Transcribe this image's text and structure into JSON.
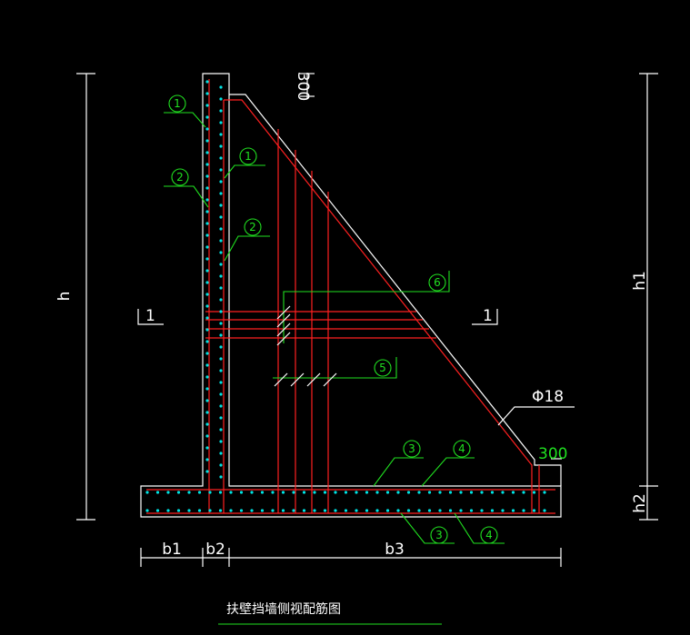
{
  "title": "扶壁挡墙侧视配筋图",
  "dimensions": {
    "h": "h",
    "h1": "h1",
    "h2": "h2",
    "b1": "b1",
    "b2": "b2",
    "b3": "b3",
    "top_offset": "300",
    "toe_offset": "300",
    "bar_diameter": "Φ18"
  },
  "section_marks": [
    "1",
    "1"
  ],
  "bar_labels": [
    "1",
    "2",
    "1",
    "2",
    "3",
    "4",
    "3",
    "4",
    "5",
    "6"
  ],
  "colors": {
    "background": "#000000",
    "outline": "#ffffff",
    "rebar": "#ff2020",
    "leader": "#20e020",
    "dots": "#00e5e5"
  }
}
